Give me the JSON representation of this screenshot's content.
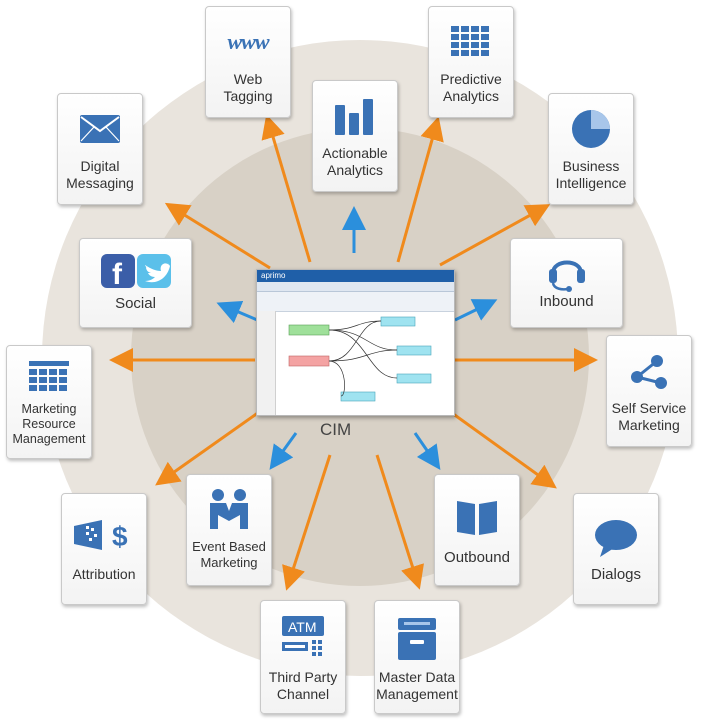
{
  "center": {
    "label": "CIM",
    "app_brand": "aprimo"
  },
  "cards": {
    "web_tagging": "Web Tagging",
    "predictive_analytics": "Predictive Analytics",
    "digital_messaging": "Digital Messaging",
    "actionable_analytics": "Actionable Analytics",
    "business_intelligence": "Business Intelligence",
    "social": "Social",
    "inbound": "Inbound",
    "marketing_resource_management": "Marketing Resource Management",
    "self_service_marketing": "Self Service Marketing",
    "attribution": "Attribution",
    "event_based_marketing": "Event Based Marketing",
    "outbound": "Outbound",
    "dialogs": "Dialogs",
    "third_party_channel": "Third Party Channel",
    "master_data_management": "Master Data Management"
  },
  "icon_text": {
    "www": "www",
    "dollar": "$",
    "atm": "ATM",
    "facebook": "f"
  },
  "colors": {
    "orange_arrow": "#f08a1c",
    "blue_arrow": "#2b8fdc",
    "icon_blue": "#3a72b5"
  }
}
